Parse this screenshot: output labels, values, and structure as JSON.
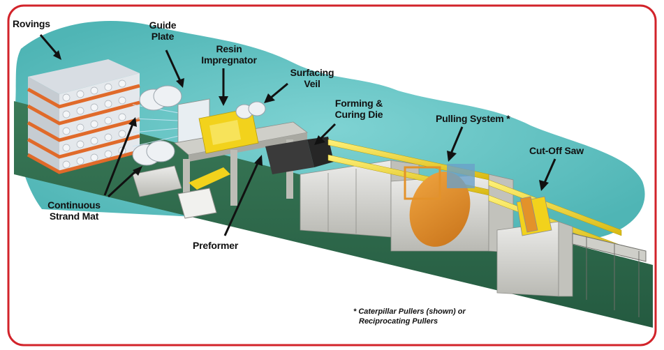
{
  "labels": {
    "rovings": "Rovings",
    "guide_plate": [
      "Guide",
      "Plate"
    ],
    "resin_impregnator": [
      "Resin",
      "Impregnator"
    ],
    "surfacing_veil": [
      "Surfacing",
      "Veil"
    ],
    "forming_curing_die": [
      "Forming &",
      "Curing Die"
    ],
    "pulling_system": "Pulling System *",
    "cut_off_saw": "Cut-Off Saw",
    "continuous_strand_mat": [
      "Continuous",
      "Strand Mat"
    ],
    "preformer": "Preformer"
  },
  "footnote": [
    "* Caterpillar Pullers (shown) or",
    "Reciprocating Pullers"
  ],
  "colors": {
    "frame": "#d2232a",
    "ground": "#2f6b4e",
    "backdrop": "#5fc0c0",
    "machine": "#d9d9d3",
    "yellow": "#f2d21c",
    "orange": "#e3922a",
    "shelf": "#e06a2a"
  }
}
